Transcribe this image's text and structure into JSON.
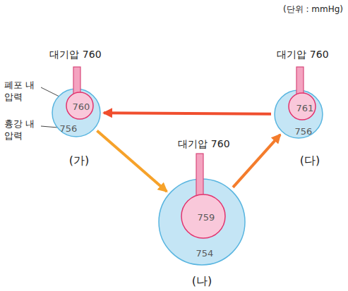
{
  "diagram": {
    "nodes": [
      {
        "text": [
          "(가)",
          "756"
        ]
      },
      {
        "text": [
          "760"
        ],
        "in": 0
      },
      {
        "text": [
          "(다)",
          "756"
        ]
      },
      {
        "text": [
          "761"
        ],
        "in": 2
      },
      {
        "text": [
          "(나)",
          "754"
        ]
      },
      {
        "text": [
          "759"
        ],
        "in": 4
      }
    ],
    "edges": [
      {
        "from": 2,
        "to": 0,
        "arrow": "to"
      },
      {
        "from": 0,
        "to": 4,
        "arrow": "to"
      },
      {
        "from": 4,
        "to": 2,
        "arrow": "to"
      }
    ],
    "labels": [
      "(단위 : mmHg)",
      "대기압 760",
      "대기압 760",
      "대기압 760",
      "폐포 내 압력",
      "흉강 내 압력"
    ]
  }
}
